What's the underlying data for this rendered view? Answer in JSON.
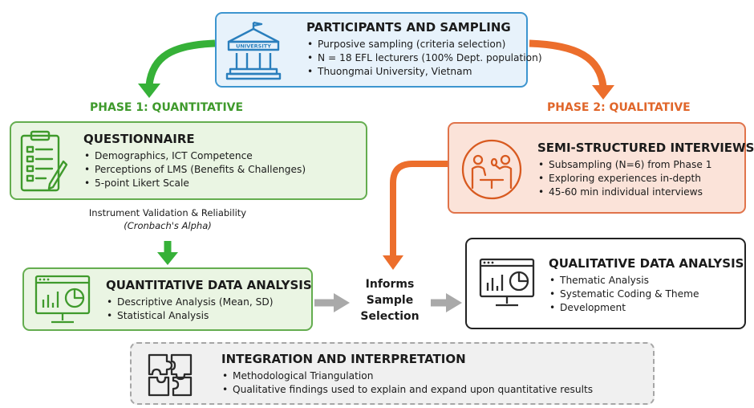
{
  "participants": {
    "title": "PARTICIPANTS AND SAMPLING",
    "icon_label": "UNIVERSITY",
    "bullets": [
      "Purposive sampling (criteria selection)",
      "N = 18 EFL lecturers (100% Dept. population)",
      "Thuongmai University, Vietnam"
    ]
  },
  "phase1": {
    "label": "PHASE 1: QUANTITATIVE"
  },
  "phase2": {
    "label": "PHASE 2: QUALITATIVE"
  },
  "questionnaire": {
    "title": "QUESTIONNAIRE",
    "bullets": [
      "Demographics, ICT Competence",
      "Perceptions of LMS (Benefits & Challenges)",
      "5-point Likert Scale"
    ]
  },
  "validation": {
    "line1": "Instrument Validation & Reliability",
    "line2": "(Cronbach's Alpha)"
  },
  "quant_analysis": {
    "title": "QUANTITATIVE DATA ANALYSIS",
    "bullets": [
      "Descriptive Analysis (Mean, SD)",
      "Statistical Analysis"
    ]
  },
  "informs": {
    "line1": "Informs",
    "line2": "Sample",
    "line3": "Selection"
  },
  "interviews": {
    "title": "SEMI-STRUCTURED INTERVIEWS",
    "bullets": [
      "Subsampling (N=6) from Phase 1",
      "Exploring experiences in-depth",
      "45-60 min individual interviews"
    ]
  },
  "qual_analysis": {
    "title": "QUALITATIVE DATA ANALYSIS",
    "bullets": [
      "Thematic Analysis",
      "Systematic Coding & Theme",
      "Development"
    ]
  },
  "integration": {
    "title": "INTEGRATION AND INTERPRETATION",
    "bullets": [
      "Methodological Triangulation",
      "Qualitative findings used to explain and expand upon quantitative results"
    ]
  },
  "colors": {
    "participants_border": "#3d95cf",
    "participants_fill": "#e7f2fb",
    "green_border": "#64ad4f",
    "green_fill": "#eaf5e3",
    "green_text": "#3f9a2c",
    "green_arrow": "#36b138",
    "orange_border": "#e0734a",
    "orange_fill": "#fbe3d9",
    "orange_text": "#e0662a",
    "orange_arrow": "#ec6e2c",
    "gray_arrow": "#a9a9a9",
    "integration_fill": "#f0f0f0",
    "integration_border": "#a6a6a6"
  },
  "icons": [
    "university-icon",
    "clipboard-checklist-icon",
    "analytics-monitor-icon",
    "interview-icon",
    "analytics-monitor-icon",
    "puzzle-icon"
  ]
}
